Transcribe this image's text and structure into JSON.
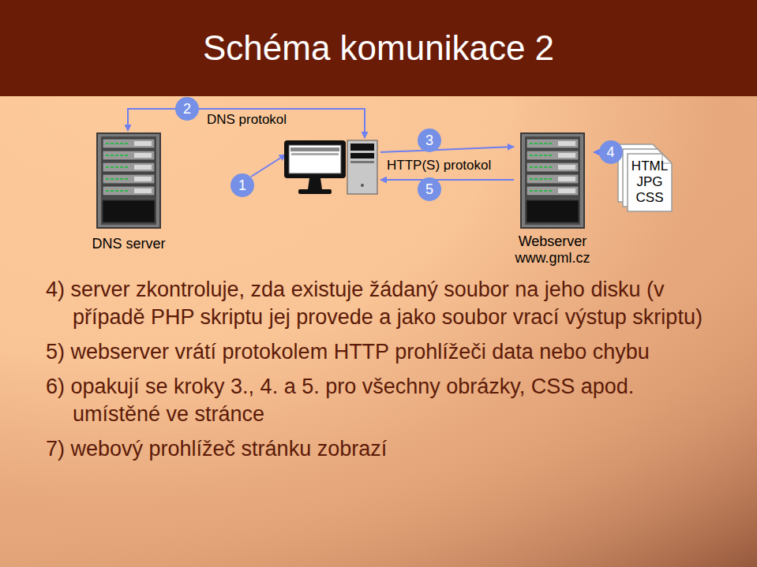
{
  "diagram": {
    "title": "Schéma komunikace 2",
    "nodes": [
      {
        "text": [
          "DNS server"
        ]
      },
      {
        "text": [
          "Webserver www.gml.cz"
        ]
      },
      {
        "text": [
          "HTML JPG CSS"
        ]
      }
    ],
    "edges": [
      {
        "from": 1,
        "to": 2,
        "arrow": "both",
        "label": "4"
      }
    ],
    "labels": [
      "2",
      "DNS protokol",
      "1",
      "3",
      "HTTP(S) protokol",
      "5",
      "4) server zkontroluje, zda existuje žádaný soubor na jeho disku (v případě PHP skriptu jej provede a jako soubor vrací výstup skriptu)",
      "5) webserver vrátí protokolem HTTP prohlížeči data nebo chybu",
      "6) opakují se kroky 3., 4. a 5. pro všechny obrázky, CSS apod. umístěné ve stránce",
      "7) webový prohlížeč stránku zobrazí"
    ]
  }
}
